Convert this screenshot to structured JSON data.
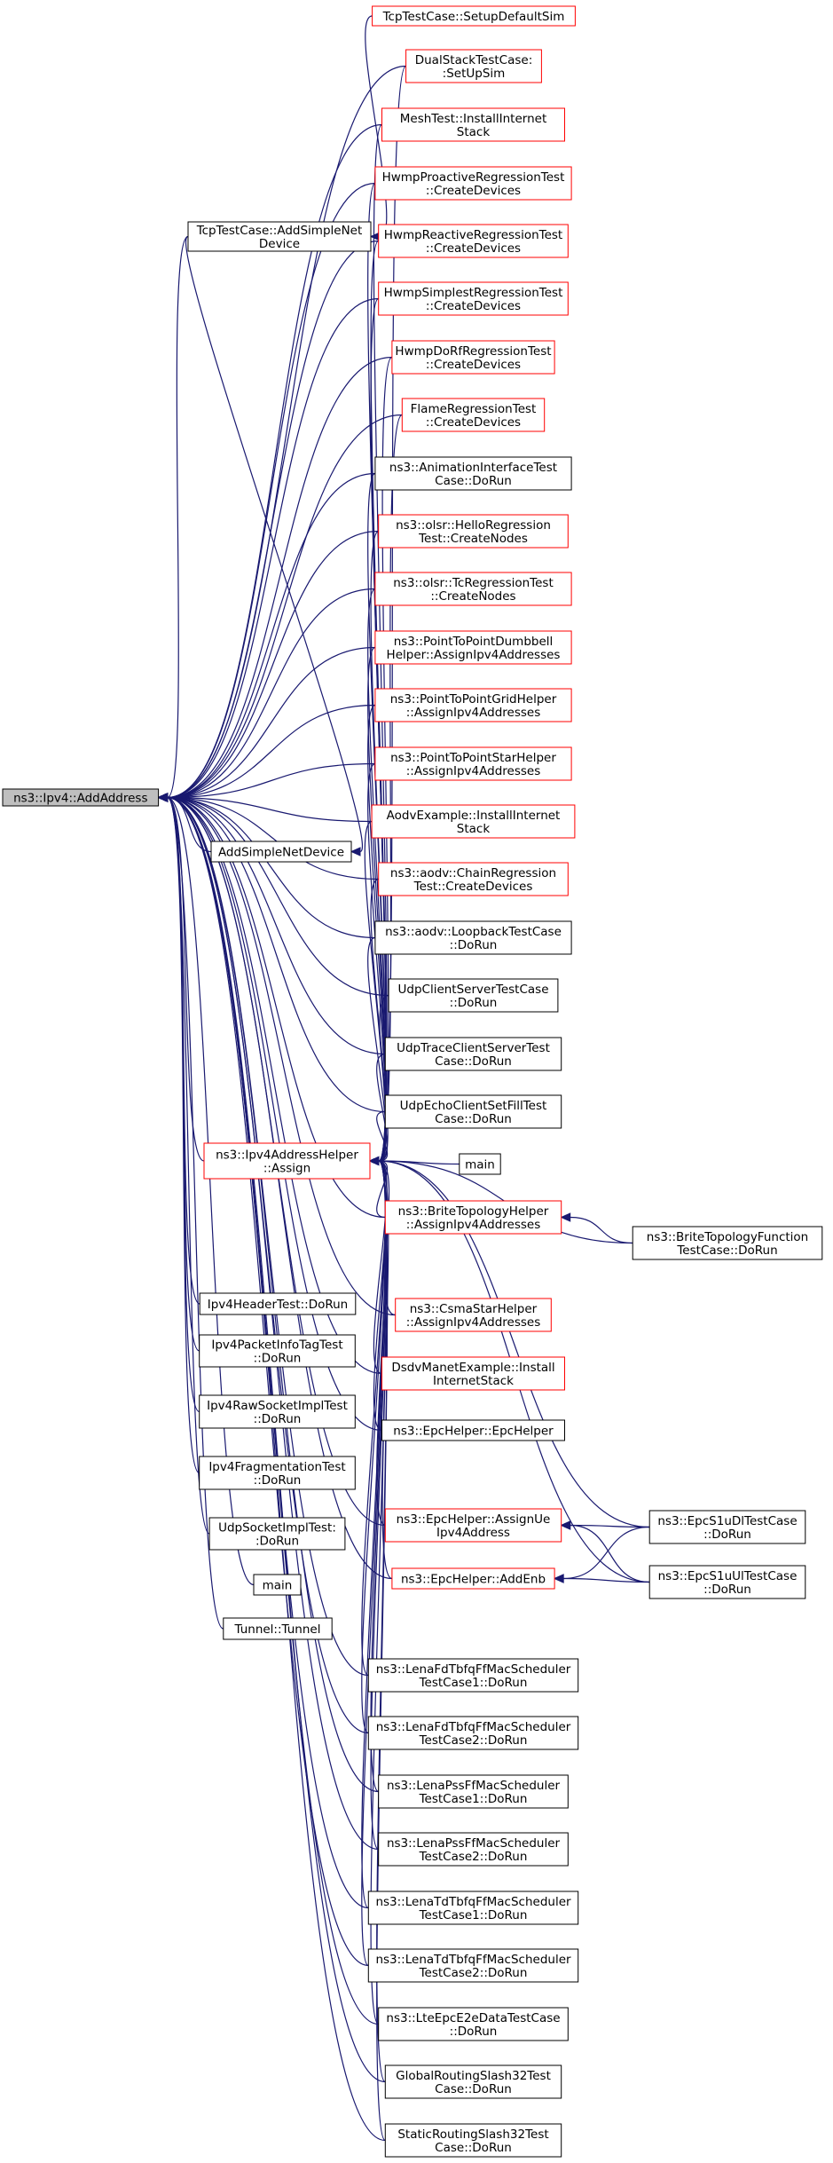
{
  "colors": {
    "edge": "#191970",
    "root_fill": "#bfbfbf",
    "root_border": "#000000",
    "normal_border": "#000000",
    "truncated_border": "#ff0000",
    "node_fill": "#ffffff"
  },
  "nodes": {
    "root": {
      "lines": [
        "ns3::Ipv4::AddAddress"
      ],
      "style": "root"
    },
    "tcp_add": {
      "lines": [
        "TcpTestCase::AddSimpleNet",
        "Device"
      ],
      "style": "normal"
    },
    "add_simple": {
      "lines": [
        "AddSimpleNetDevice"
      ],
      "style": "normal"
    },
    "assign": {
      "lines": [
        "ns3::Ipv4AddressHelper",
        "::Assign"
      ],
      "style": "truncated"
    },
    "hdr_test": {
      "lines": [
        "Ipv4HeaderTest::DoRun"
      ],
      "style": "normal"
    },
    "pkt_info": {
      "lines": [
        "Ipv4PacketInfoTagTest",
        "::DoRun"
      ],
      "style": "normal"
    },
    "raw_sock": {
      "lines": [
        "Ipv4RawSocketImplTest",
        "::DoRun"
      ],
      "style": "normal"
    },
    "frag": {
      "lines": [
        "Ipv4FragmentationTest",
        "::DoRun"
      ],
      "style": "normal"
    },
    "udp_sock": {
      "lines": [
        "UdpSocketImplTest:",
        ":DoRun"
      ],
      "style": "normal"
    },
    "main_a": {
      "lines": [
        "main"
      ],
      "style": "normal"
    },
    "tunnel": {
      "lines": [
        "Tunnel::Tunnel"
      ],
      "style": "normal"
    },
    "tcp_setup": {
      "lines": [
        "TcpTestCase::SetupDefaultSim"
      ],
      "style": "truncated"
    },
    "dual": {
      "lines": [
        "DualStackTestCase:",
        ":SetUpSim"
      ],
      "style": "truncated"
    },
    "mesh": {
      "lines": [
        "MeshTest::InstallInternet",
        "Stack"
      ],
      "style": "truncated"
    },
    "hwmp_pro": {
      "lines": [
        "HwmpProactiveRegressionTest",
        "::CreateDevices"
      ],
      "style": "truncated"
    },
    "hwmp_re": {
      "lines": [
        "HwmpReactiveRegressionTest",
        "::CreateDevices"
      ],
      "style": "truncated"
    },
    "hwmp_simp": {
      "lines": [
        "HwmpSimplestRegressionTest",
        "::CreateDevices"
      ],
      "style": "truncated"
    },
    "hwmp_dorf": {
      "lines": [
        "HwmpDoRfRegressionTest",
        "::CreateDevices"
      ],
      "style": "truncated"
    },
    "flame": {
      "lines": [
        "FlameRegressionTest",
        "::CreateDevices"
      ],
      "style": "truncated"
    },
    "anim": {
      "lines": [
        "ns3::AnimationInterfaceTest",
        "Case::DoRun"
      ],
      "style": "normal"
    },
    "olsr_hello": {
      "lines": [
        "ns3::olsr::HelloRegression",
        "Test::CreateNodes"
      ],
      "style": "truncated"
    },
    "olsr_tc": {
      "lines": [
        "ns3::olsr::TcRegressionTest",
        "::CreateNodes"
      ],
      "style": "truncated"
    },
    "p2p_dumb": {
      "lines": [
        "ns3::PointToPointDumbbell",
        "Helper::AssignIpv4Addresses"
      ],
      "style": "truncated"
    },
    "p2p_grid": {
      "lines": [
        "ns3::PointToPointGridHelper",
        "::AssignIpv4Addresses"
      ],
      "style": "truncated"
    },
    "p2p_star": {
      "lines": [
        "ns3::PointToPointStarHelper",
        "::AssignIpv4Addresses"
      ],
      "style": "truncated"
    },
    "aodv_ex": {
      "lines": [
        "AodvExample::InstallInternet",
        "Stack"
      ],
      "style": "truncated"
    },
    "aodv_chain": {
      "lines": [
        "ns3::aodv::ChainRegression",
        "Test::CreateDevices"
      ],
      "style": "truncated"
    },
    "aodv_loop": {
      "lines": [
        "ns3::aodv::LoopbackTestCase",
        "::DoRun"
      ],
      "style": "normal"
    },
    "udp_cs": {
      "lines": [
        "UdpClientServerTestCase",
        "::DoRun"
      ],
      "style": "normal"
    },
    "udp_trace": {
      "lines": [
        "UdpTraceClientServerTest",
        "Case::DoRun"
      ],
      "style": "normal"
    },
    "udp_echo": {
      "lines": [
        "UdpEchoClientSetFillTest",
        "Case::DoRun"
      ],
      "style": "normal"
    },
    "main_b": {
      "lines": [
        "main"
      ],
      "style": "normal"
    },
    "brite_helper": {
      "lines": [
        "ns3::BriteTopologyHelper",
        "::AssignIpv4Addresses"
      ],
      "style": "truncated"
    },
    "brite_func": {
      "lines": [
        "ns3::BriteTopologyFunction",
        "TestCase::DoRun"
      ],
      "style": "normal"
    },
    "csma_star": {
      "lines": [
        "ns3::CsmaStarHelper",
        "::AssignIpv4Addresses"
      ],
      "style": "truncated"
    },
    "dsdv": {
      "lines": [
        "DsdvManetExample::Install",
        "InternetStack"
      ],
      "style": "truncated"
    },
    "epc_helper": {
      "lines": [
        "ns3::EpcHelper::EpcHelper"
      ],
      "style": "normal"
    },
    "epc_assign": {
      "lines": [
        "ns3::EpcHelper::AssignUe",
        "Ipv4Address"
      ],
      "style": "truncated"
    },
    "epc_enb": {
      "lines": [
        "ns3::EpcHelper::AddEnb"
      ],
      "style": "truncated"
    },
    "epc_s1dl": {
      "lines": [
        "ns3::EpcS1uDlTestCase",
        "::DoRun"
      ],
      "style": "normal"
    },
    "epc_s1ul": {
      "lines": [
        "ns3::EpcS1uUlTestCase",
        "::DoRun"
      ],
      "style": "normal"
    },
    "lena_fd1": {
      "lines": [
        "ns3::LenaFdTbfqFfMacScheduler",
        "TestCase1::DoRun"
      ],
      "style": "normal"
    },
    "lena_fd2": {
      "lines": [
        "ns3::LenaFdTbfqFfMacScheduler",
        "TestCase2::DoRun"
      ],
      "style": "normal"
    },
    "lena_pss1": {
      "lines": [
        "ns3::LenaPssFfMacScheduler",
        "TestCase1::DoRun"
      ],
      "style": "normal"
    },
    "lena_pss2": {
      "lines": [
        "ns3::LenaPssFfMacScheduler",
        "TestCase2::DoRun"
      ],
      "style": "normal"
    },
    "lena_td1": {
      "lines": [
        "ns3::LenaTdTbfqFfMacScheduler",
        "TestCase1::DoRun"
      ],
      "style": "normal"
    },
    "lena_td2": {
      "lines": [
        "ns3::LenaTdTbfqFfMacScheduler",
        "TestCase2::DoRun"
      ],
      "style": "normal"
    },
    "lte_e2e": {
      "lines": [
        "ns3::LteEpcE2eDataTestCase",
        "::DoRun"
      ],
      "style": "normal"
    },
    "glob_slash": {
      "lines": [
        "GlobalRoutingSlash32Test",
        "Case::DoRun"
      ],
      "style": "normal"
    },
    "stat_slash": {
      "lines": [
        "StaticRoutingSlash32Test",
        "Case::DoRun"
      ],
      "style": "normal"
    }
  },
  "edges": [
    [
      "tcp_add",
      "root"
    ],
    [
      "add_simple",
      "root"
    ],
    [
      "assign",
      "root"
    ],
    [
      "hdr_test",
      "root"
    ],
    [
      "pkt_info",
      "root"
    ],
    [
      "raw_sock",
      "root"
    ],
    [
      "frag",
      "root"
    ],
    [
      "udp_sock",
      "root"
    ],
    [
      "main_a",
      "root"
    ],
    [
      "tunnel",
      "root"
    ],
    [
      "dual",
      "root"
    ],
    [
      "mesh",
      "root"
    ],
    [
      "hwmp_pro",
      "root"
    ],
    [
      "hwmp_re",
      "root"
    ],
    [
      "hwmp_simp",
      "root"
    ],
    [
      "hwmp_dorf",
      "root"
    ],
    [
      "flame",
      "root"
    ],
    [
      "anim",
      "root"
    ],
    [
      "olsr_hello",
      "root"
    ],
    [
      "olsr_tc",
      "root"
    ],
    [
      "p2p_dumb",
      "root"
    ],
    [
      "p2p_grid",
      "root"
    ],
    [
      "p2p_star",
      "root"
    ],
    [
      "aodv_ex",
      "root"
    ],
    [
      "aodv_chain",
      "root"
    ],
    [
      "aodv_loop",
      "root"
    ],
    [
      "udp_cs",
      "root"
    ],
    [
      "udp_trace",
      "root"
    ],
    [
      "udp_echo",
      "root"
    ],
    [
      "brite_helper",
      "root"
    ],
    [
      "csma_star",
      "root"
    ],
    [
      "dsdv",
      "root"
    ],
    [
      "epc_helper",
      "root"
    ],
    [
      "epc_assign",
      "root"
    ],
    [
      "epc_enb",
      "root"
    ],
    [
      "lena_fd1",
      "root"
    ],
    [
      "lena_fd2",
      "root"
    ],
    [
      "lena_pss1",
      "root"
    ],
    [
      "lena_pss2",
      "root"
    ],
    [
      "lena_td1",
      "root"
    ],
    [
      "lena_td2",
      "root"
    ],
    [
      "lte_e2e",
      "root"
    ],
    [
      "glob_slash",
      "root"
    ],
    [
      "stat_slash",
      "root"
    ],
    [
      "tcp_setup",
      "tcp_add"
    ],
    [
      "tcp_add",
      "add_simple"
    ],
    [
      "dual",
      "assign"
    ],
    [
      "mesh",
      "assign"
    ],
    [
      "hwmp_pro",
      "assign"
    ],
    [
      "hwmp_re",
      "assign"
    ],
    [
      "hwmp_simp",
      "assign"
    ],
    [
      "hwmp_dorf",
      "assign"
    ],
    [
      "flame",
      "assign"
    ],
    [
      "anim",
      "assign"
    ],
    [
      "olsr_hello",
      "assign"
    ],
    [
      "olsr_tc",
      "assign"
    ],
    [
      "p2p_dumb",
      "assign"
    ],
    [
      "p2p_grid",
      "assign"
    ],
    [
      "p2p_star",
      "assign"
    ],
    [
      "aodv_ex",
      "assign"
    ],
    [
      "aodv_chain",
      "assign"
    ],
    [
      "aodv_loop",
      "assign"
    ],
    [
      "udp_cs",
      "assign"
    ],
    [
      "udp_trace",
      "assign"
    ],
    [
      "udp_echo",
      "assign"
    ],
    [
      "main_b",
      "assign"
    ],
    [
      "brite_helper",
      "assign"
    ],
    [
      "brite_func",
      "assign"
    ],
    [
      "csma_star",
      "assign"
    ],
    [
      "dsdv",
      "assign"
    ],
    [
      "epc_helper",
      "assign"
    ],
    [
      "epc_assign",
      "assign"
    ],
    [
      "epc_enb",
      "assign"
    ],
    [
      "epc_s1dl",
      "assign"
    ],
    [
      "epc_s1ul",
      "assign"
    ],
    [
      "lena_fd1",
      "assign"
    ],
    [
      "lena_fd2",
      "assign"
    ],
    [
      "lena_pss1",
      "assign"
    ],
    [
      "lena_pss2",
      "assign"
    ],
    [
      "lena_td1",
      "assign"
    ],
    [
      "lena_td2",
      "assign"
    ],
    [
      "lte_e2e",
      "assign"
    ],
    [
      "glob_slash",
      "assign"
    ],
    [
      "stat_slash",
      "assign"
    ],
    [
      "brite_func",
      "brite_helper"
    ],
    [
      "epc_s1dl",
      "epc_assign"
    ],
    [
      "epc_s1ul",
      "epc_assign"
    ],
    [
      "epc_s1dl",
      "epc_enb"
    ],
    [
      "epc_s1ul",
      "epc_enb"
    ]
  ]
}
